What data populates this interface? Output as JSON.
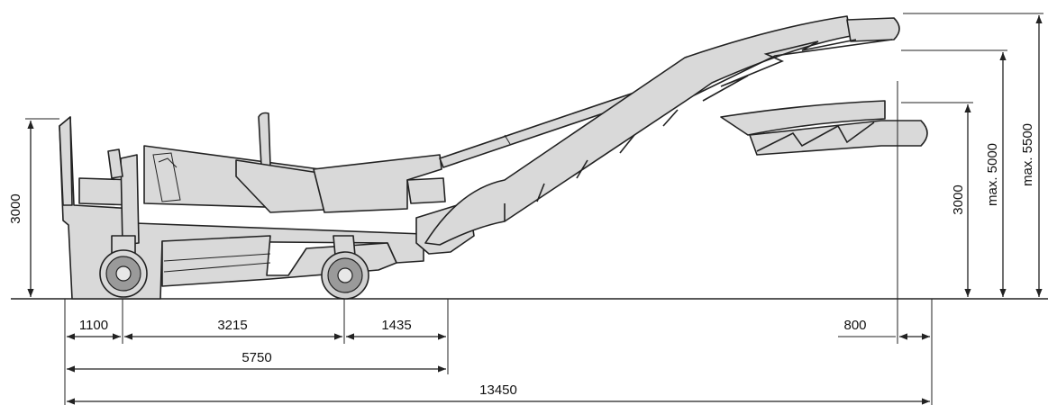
{
  "dimensions": {
    "height_left": "3000",
    "front_overhang": "1100",
    "wheelbase": "3215",
    "rear_overhang": "1435",
    "machine_length": "5750",
    "total_length": "13450",
    "conveyor_overhang": "800",
    "height_right": "3000",
    "height_max_mid": "max. 5000",
    "height_max": "max. 5500"
  }
}
